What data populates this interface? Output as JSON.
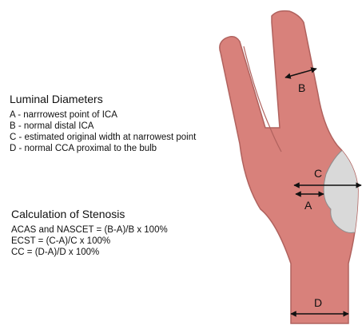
{
  "luminal_diameters": {
    "heading": "Luminal Diameters",
    "items": [
      "A - narrrowest point of ICA",
      "B - normal distal ICA",
      "C - estimated original width at narrowest point",
      "D - normal CCA proximal to the bulb"
    ]
  },
  "stenosis": {
    "heading": "Calculation of Stenosis",
    "formulas": [
      "ACAS and NASCET = (B-A)/B x 100%",
      "ECST = (C-A)/C x 100%",
      "CC = (D-A)/D x 100%"
    ]
  },
  "measurement_labels": {
    "a": "A",
    "b": "B",
    "c": "C",
    "d": "D"
  },
  "colors": {
    "vessel": "#d8817b",
    "vessel_outline": "#b0625e",
    "plaque": "#d9d9d9",
    "arrow": "#111111"
  }
}
